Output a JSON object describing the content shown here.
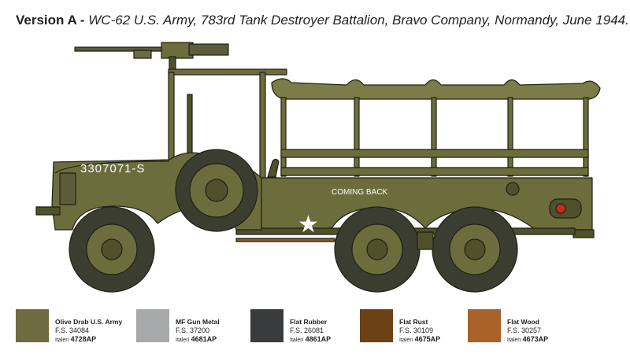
{
  "title": {
    "version": "Version A",
    "separator": " - ",
    "description": "WC-62 U.S. Army, 783rd Tank Destroyer Battalion, Bravo Company, Normandy, June 1944."
  },
  "truck": {
    "hood_number": "3307071-S",
    "side_text": "COMING BACK",
    "star": "★"
  },
  "palette": {
    "olive": "#6b6e3c",
    "olive_dark": "#4e5129",
    "canvas": "#7b7d48",
    "tire": "#3a3d30",
    "outline": "#1f2116"
  },
  "paints": [
    {
      "name": "Olive Drab U.S. Army",
      "fs_label": "F.S.",
      "fs": "34084",
      "brand": "Italeri",
      "code": "4728AP",
      "color": "#6e6b43"
    },
    {
      "name": "MF Gun Metal",
      "fs_label": "F.S.",
      "fs": "37200",
      "brand": "Italeri",
      "code": "4681AP",
      "color": "#a7a9ab"
    },
    {
      "name": "Flat Rubber",
      "fs_label": "F.S.",
      "fs": "26081",
      "brand": "Italeri",
      "code": "4861AP",
      "color": "#3a3b3d"
    },
    {
      "name": "Flat Rust",
      "fs_label": "F.S.",
      "fs": "30109",
      "brand": "Italeri",
      "code": "4675AP",
      "color": "#6d4116"
    },
    {
      "name": "Flat Wood",
      "fs_label": "F.S.",
      "fs": "30257",
      "brand": "Italeri",
      "code": "4673AP",
      "color": "#a8622a"
    }
  ]
}
